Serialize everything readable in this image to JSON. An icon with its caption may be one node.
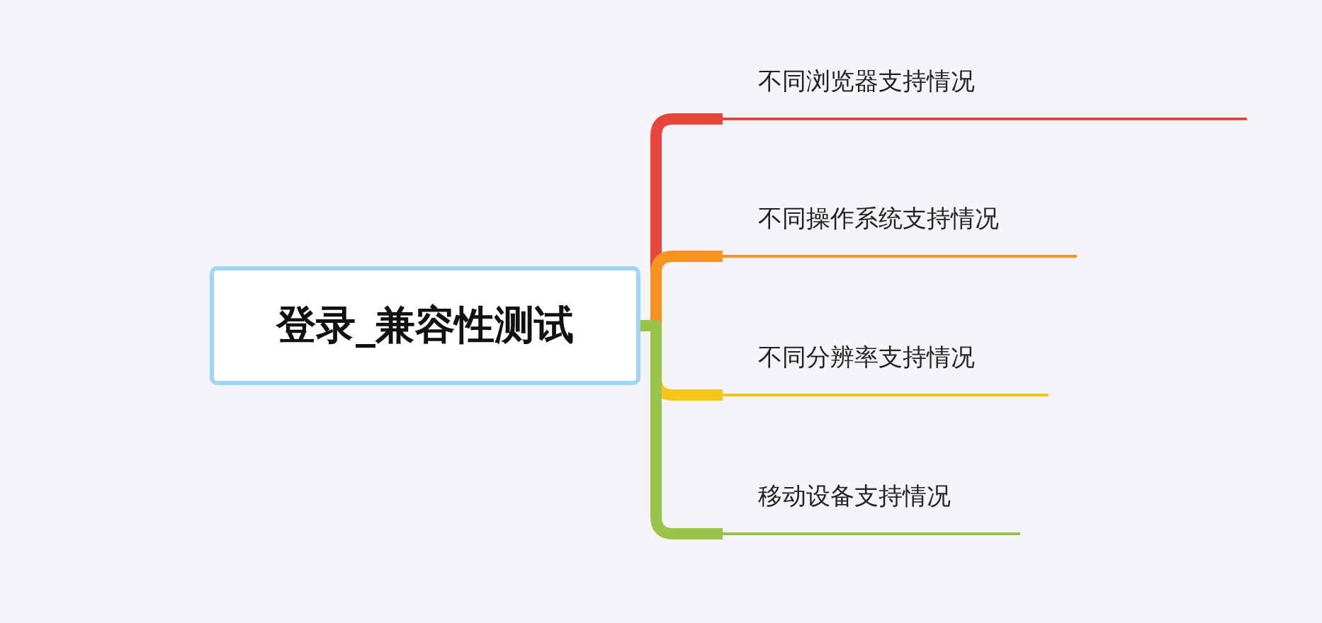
{
  "diagram": {
    "nodes": [
      {
        "text": [
          "登录_兼容性测试"
        ]
      },
      {
        "text": [
          "不同浏览器支持情况"
        ]
      },
      {
        "text": [
          "不同操作系统支持情况"
        ]
      },
      {
        "text": [
          "不同分辨率支持情况"
        ]
      },
      {
        "text": [
          "移动设备支持情况"
        ]
      }
    ],
    "edges": [
      {
        "from": 0,
        "to": 1,
        "arrow": "none",
        "color": "#e8453c"
      },
      {
        "from": 0,
        "to": 2,
        "arrow": "none",
        "color": "#f7931e"
      },
      {
        "from": 0,
        "to": 3,
        "arrow": "none",
        "color": "#f5c518"
      },
      {
        "from": 0,
        "to": 4,
        "arrow": "none",
        "color": "#9bc34a"
      }
    ]
  }
}
